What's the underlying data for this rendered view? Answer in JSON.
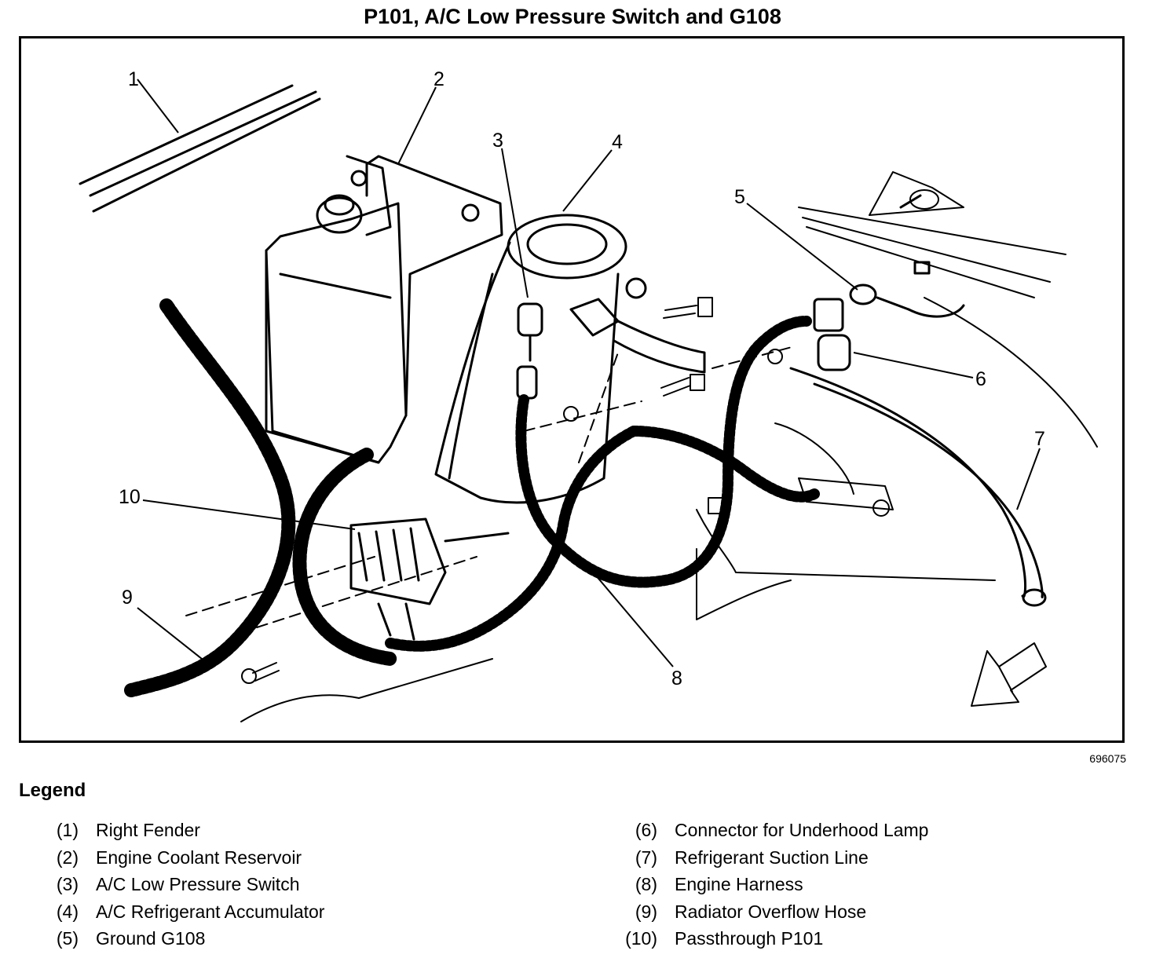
{
  "title": "P101, A/C Low Pressure Switch and G108",
  "figure_id": "696075",
  "callouts": [
    "1",
    "2",
    "3",
    "4",
    "5",
    "6",
    "7",
    "8",
    "9",
    "10"
  ],
  "legend": {
    "heading": "Legend",
    "items": [
      {
        "num": "(1)",
        "label": "Right Fender"
      },
      {
        "num": "(2)",
        "label": "Engine Coolant Reservoir"
      },
      {
        "num": "(3)",
        "label": "A/C Low Pressure Switch"
      },
      {
        "num": "(4)",
        "label": "A/C Refrigerant Accumulator"
      },
      {
        "num": "(5)",
        "label": "Ground G108"
      },
      {
        "num": "(6)",
        "label": "Connector for Underhood Lamp"
      },
      {
        "num": "(7)",
        "label": "Refrigerant Suction Line"
      },
      {
        "num": "(8)",
        "label": "Engine Harness"
      },
      {
        "num": "(9)",
        "label": "Radiator Overflow Hose"
      },
      {
        "num": "(10)",
        "label": "Passthrough P101"
      }
    ]
  }
}
